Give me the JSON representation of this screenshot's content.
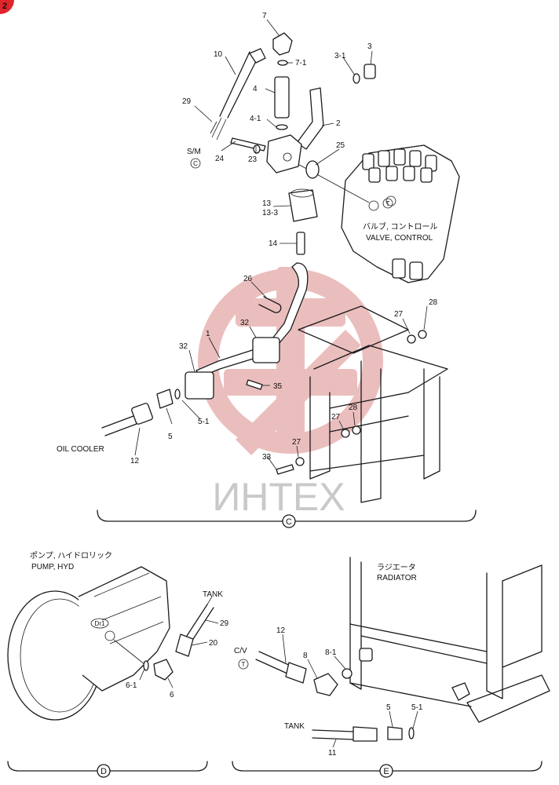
{
  "colors": {
    "corner_badge": "#e0262b",
    "watermark": "#e8b3b3",
    "watermark_text": "#c9c9c9",
    "ink": "#1a1a1a"
  },
  "corner_badge_text": "2",
  "watermark_text": "ИНТЕХ",
  "views": {
    "c": {
      "marker": "C",
      "labels": {
        "valve_jp": "バルブ, コントロール",
        "valve_en": "VALVE, CONTROL",
        "oil_cooler": "OIL COOLER",
        "sm": "S/M",
        "sm_ref": "C",
        "valve_ref": "T"
      },
      "callouts": [
        "7",
        "10",
        "7-1",
        "3-1",
        "3",
        "4",
        "29",
        "4-1",
        "2",
        "25",
        "S/M",
        "24",
        "23",
        "13",
        "13-3",
        "14",
        "26",
        "28",
        "27",
        "32",
        "32",
        "1",
        "35",
        "5",
        "5-1",
        "27",
        "28",
        "12",
        "27",
        "33"
      ]
    },
    "d": {
      "marker": "D",
      "labels": {
        "pump_jp": "ポンプ, ハイドロリック",
        "pump_en": "PUMP, HYD",
        "tank": "TANK",
        "port": "Dr1"
      },
      "callouts": [
        "29",
        "20",
        "6-1",
        "6"
      ]
    },
    "e": {
      "marker": "E",
      "labels": {
        "radiator_jp": "ラジエータ",
        "radiator_en": "RADIATOR",
        "cn": "C/V",
        "cn_ref": "T",
        "tank": "TANK"
      },
      "callouts": [
        "12",
        "8",
        "8-1",
        "5",
        "5-1",
        "11"
      ]
    }
  }
}
